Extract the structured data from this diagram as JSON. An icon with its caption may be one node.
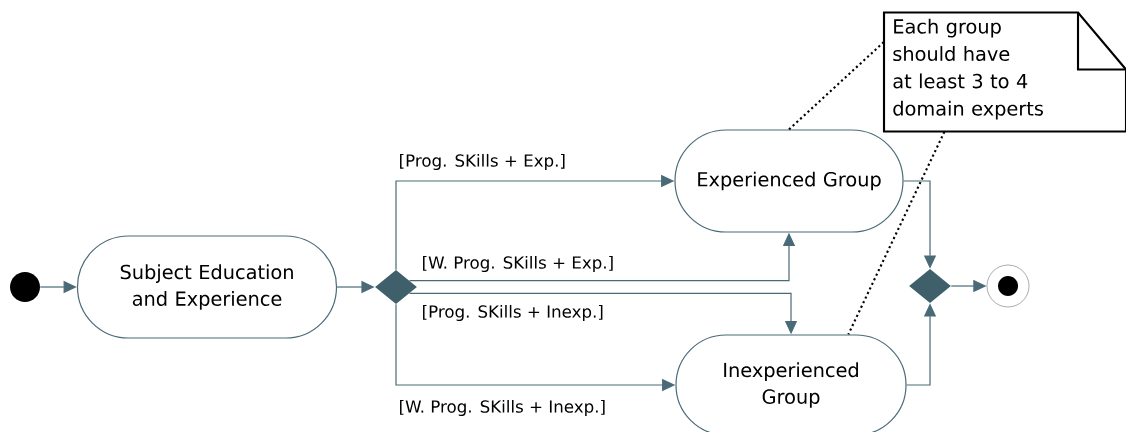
{
  "diagram": {
    "nodes": [
      {
        "text": [],
        "shape": "circle"
      },
      {
        "text": [
          "Subject Education and Experience"
        ]
      },
      {
        "text": [],
        "shape": "diamond"
      },
      {
        "text": [
          "Experienced Group"
        ]
      },
      {
        "text": [
          "Inexperienced Group"
        ]
      },
      {
        "text": [],
        "shape": "diamond"
      },
      {
        "text": [],
        "shape": "circle"
      },
      {
        "text": [
          "Each group should have at least 3 to 4 domain experts"
        ]
      }
    ],
    "edges": [
      {
        "from": 0,
        "to": 1,
        "arrow": "to"
      },
      {
        "from": 1,
        "to": 2,
        "arrow": "to"
      },
      {
        "from": 2,
        "to": 3,
        "arrow": "to",
        "label": "[Prog. SKills + Exp.]"
      },
      {
        "from": 2,
        "to": 3,
        "arrow": "to",
        "label": "[W. Prog. SKills + Exp.]"
      },
      {
        "from": 2,
        "to": 4,
        "arrow": "to",
        "label": "[Prog. SKills + Inexp.]"
      },
      {
        "from": 2,
        "to": 4,
        "arrow": "to",
        "label": "[W. Prog. SKills + Inexp.]"
      },
      {
        "from": 3,
        "to": 5,
        "arrow": "to"
      },
      {
        "from": 4,
        "to": 5,
        "arrow": "to"
      },
      {
        "from": 5,
        "to": 6,
        "arrow": "to"
      },
      {
        "from": 7,
        "to": 3,
        "arrow": "none",
        "style": "dashed",
        "color": "#000000"
      },
      {
        "from": 7,
        "to": 4,
        "arrow": "none",
        "style": "dashed",
        "color": "#000000"
      }
    ]
  }
}
